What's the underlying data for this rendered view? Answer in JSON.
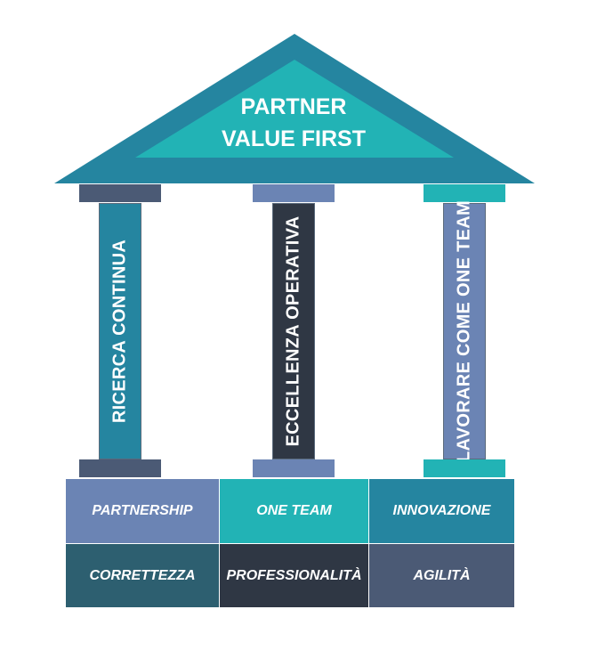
{
  "roof": {
    "line1": "PARTNER",
    "line2": "VALUE FIRST",
    "outer_color": "#2585a0",
    "inner_color": "#22b3b5"
  },
  "pillars": [
    {
      "label": "RICERCA CONTINUA",
      "shaft_color": "#2585a0",
      "cap_color": "#4b5a75"
    },
    {
      "label": "ECCELLENZA OPERATIVA",
      "shaft_color": "#2f3744",
      "cap_color": "#6b84b4"
    },
    {
      "label": "LAVORARE COME ONE TEAM",
      "shaft_color": "#6b84b4",
      "cap_color": "#22b3b5"
    }
  ],
  "values": {
    "row1": [
      {
        "label": "PARTNERSHIP",
        "color": "#6b84b4"
      },
      {
        "label": "ONE TEAM",
        "color": "#22b3b5"
      },
      {
        "label": "INNOVAZIONE",
        "color": "#2585a0"
      }
    ],
    "row2": [
      {
        "label": "CORRETTEZZA",
        "color": "#2d5f70"
      },
      {
        "label": "PROFESSIONALITÀ",
        "color": "#2f3744"
      },
      {
        "label": "AGILITÀ",
        "color": "#4b5a75"
      }
    ]
  }
}
